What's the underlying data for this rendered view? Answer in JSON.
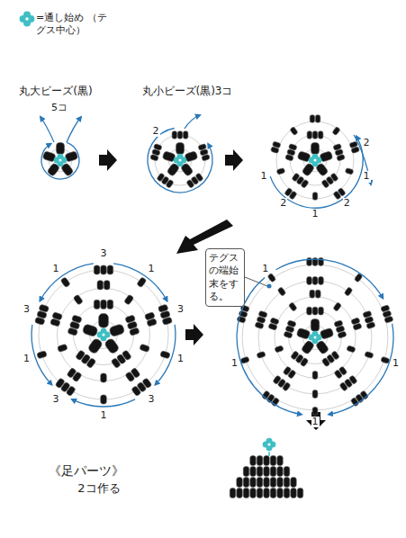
{
  "diagram": {
    "nodes": [
      {
        "text": [
          "テグスの端始末をする。"
        ]
      }
    ],
    "labels": [
      "丸大ビーズ(黒)",
      "5コ",
      "丸小ビーズ(黒)3コ",
      "2",
      "2",
      "1",
      "1",
      "2",
      "1",
      "2",
      "3",
      "1",
      "1",
      "3",
      "3",
      "1",
      "1",
      "3",
      "3",
      "1",
      "1",
      "1",
      "1",
      "1",
      "《足パーツ》",
      "2コ作る"
    ],
    "legend": [
      {
        "text": "=通し始め （テグス中心）"
      }
    ]
  }
}
